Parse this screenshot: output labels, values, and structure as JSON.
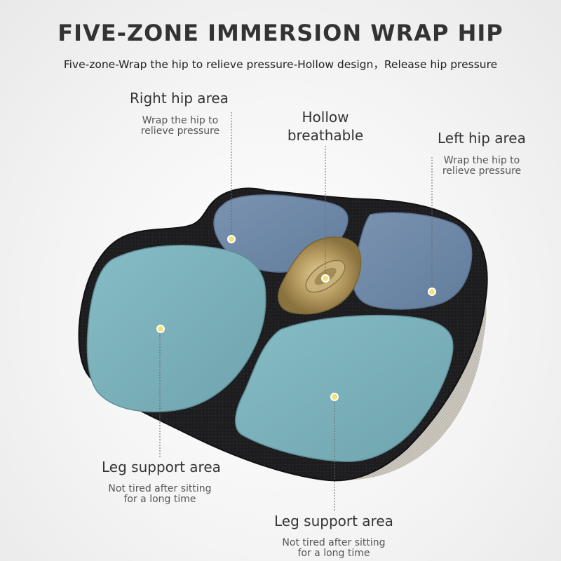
{
  "header": {
    "title": "FIVE-ZONE IMMERSION WRAP HIP",
    "subtitle": "Five-zone-Wrap the hip to relieve pressure-Hollow design，Release hip pressure"
  },
  "zones": {
    "right_hip": {
      "label": "Right hip area",
      "desc_line1": "Wrap the hip to",
      "desc_line2": "relieve pressure"
    },
    "hollow": {
      "label_line1": "Hollow",
      "label_line2": "breathable"
    },
    "left_hip": {
      "label": "Left hip area",
      "desc_line1": "Wrap the hip to",
      "desc_line2": "relieve pressure"
    },
    "leg_left": {
      "label": "Leg support area",
      "desc_line1": "Not tired after sitting",
      "desc_line2": "for a long time"
    },
    "leg_right": {
      "label": "Leg support area",
      "desc_line1": "Not tired after sitting",
      "desc_line2": "for a long time"
    }
  },
  "colors": {
    "cushion_black": "#1c1c1e",
    "cushion_side": "#cfcbc2",
    "hip_zone_blue": "#6f89a8",
    "leg_zone_teal": "#7fb3bd",
    "hollow_gold": "#b39a62",
    "marker_yellow": "#f2e27a"
  }
}
